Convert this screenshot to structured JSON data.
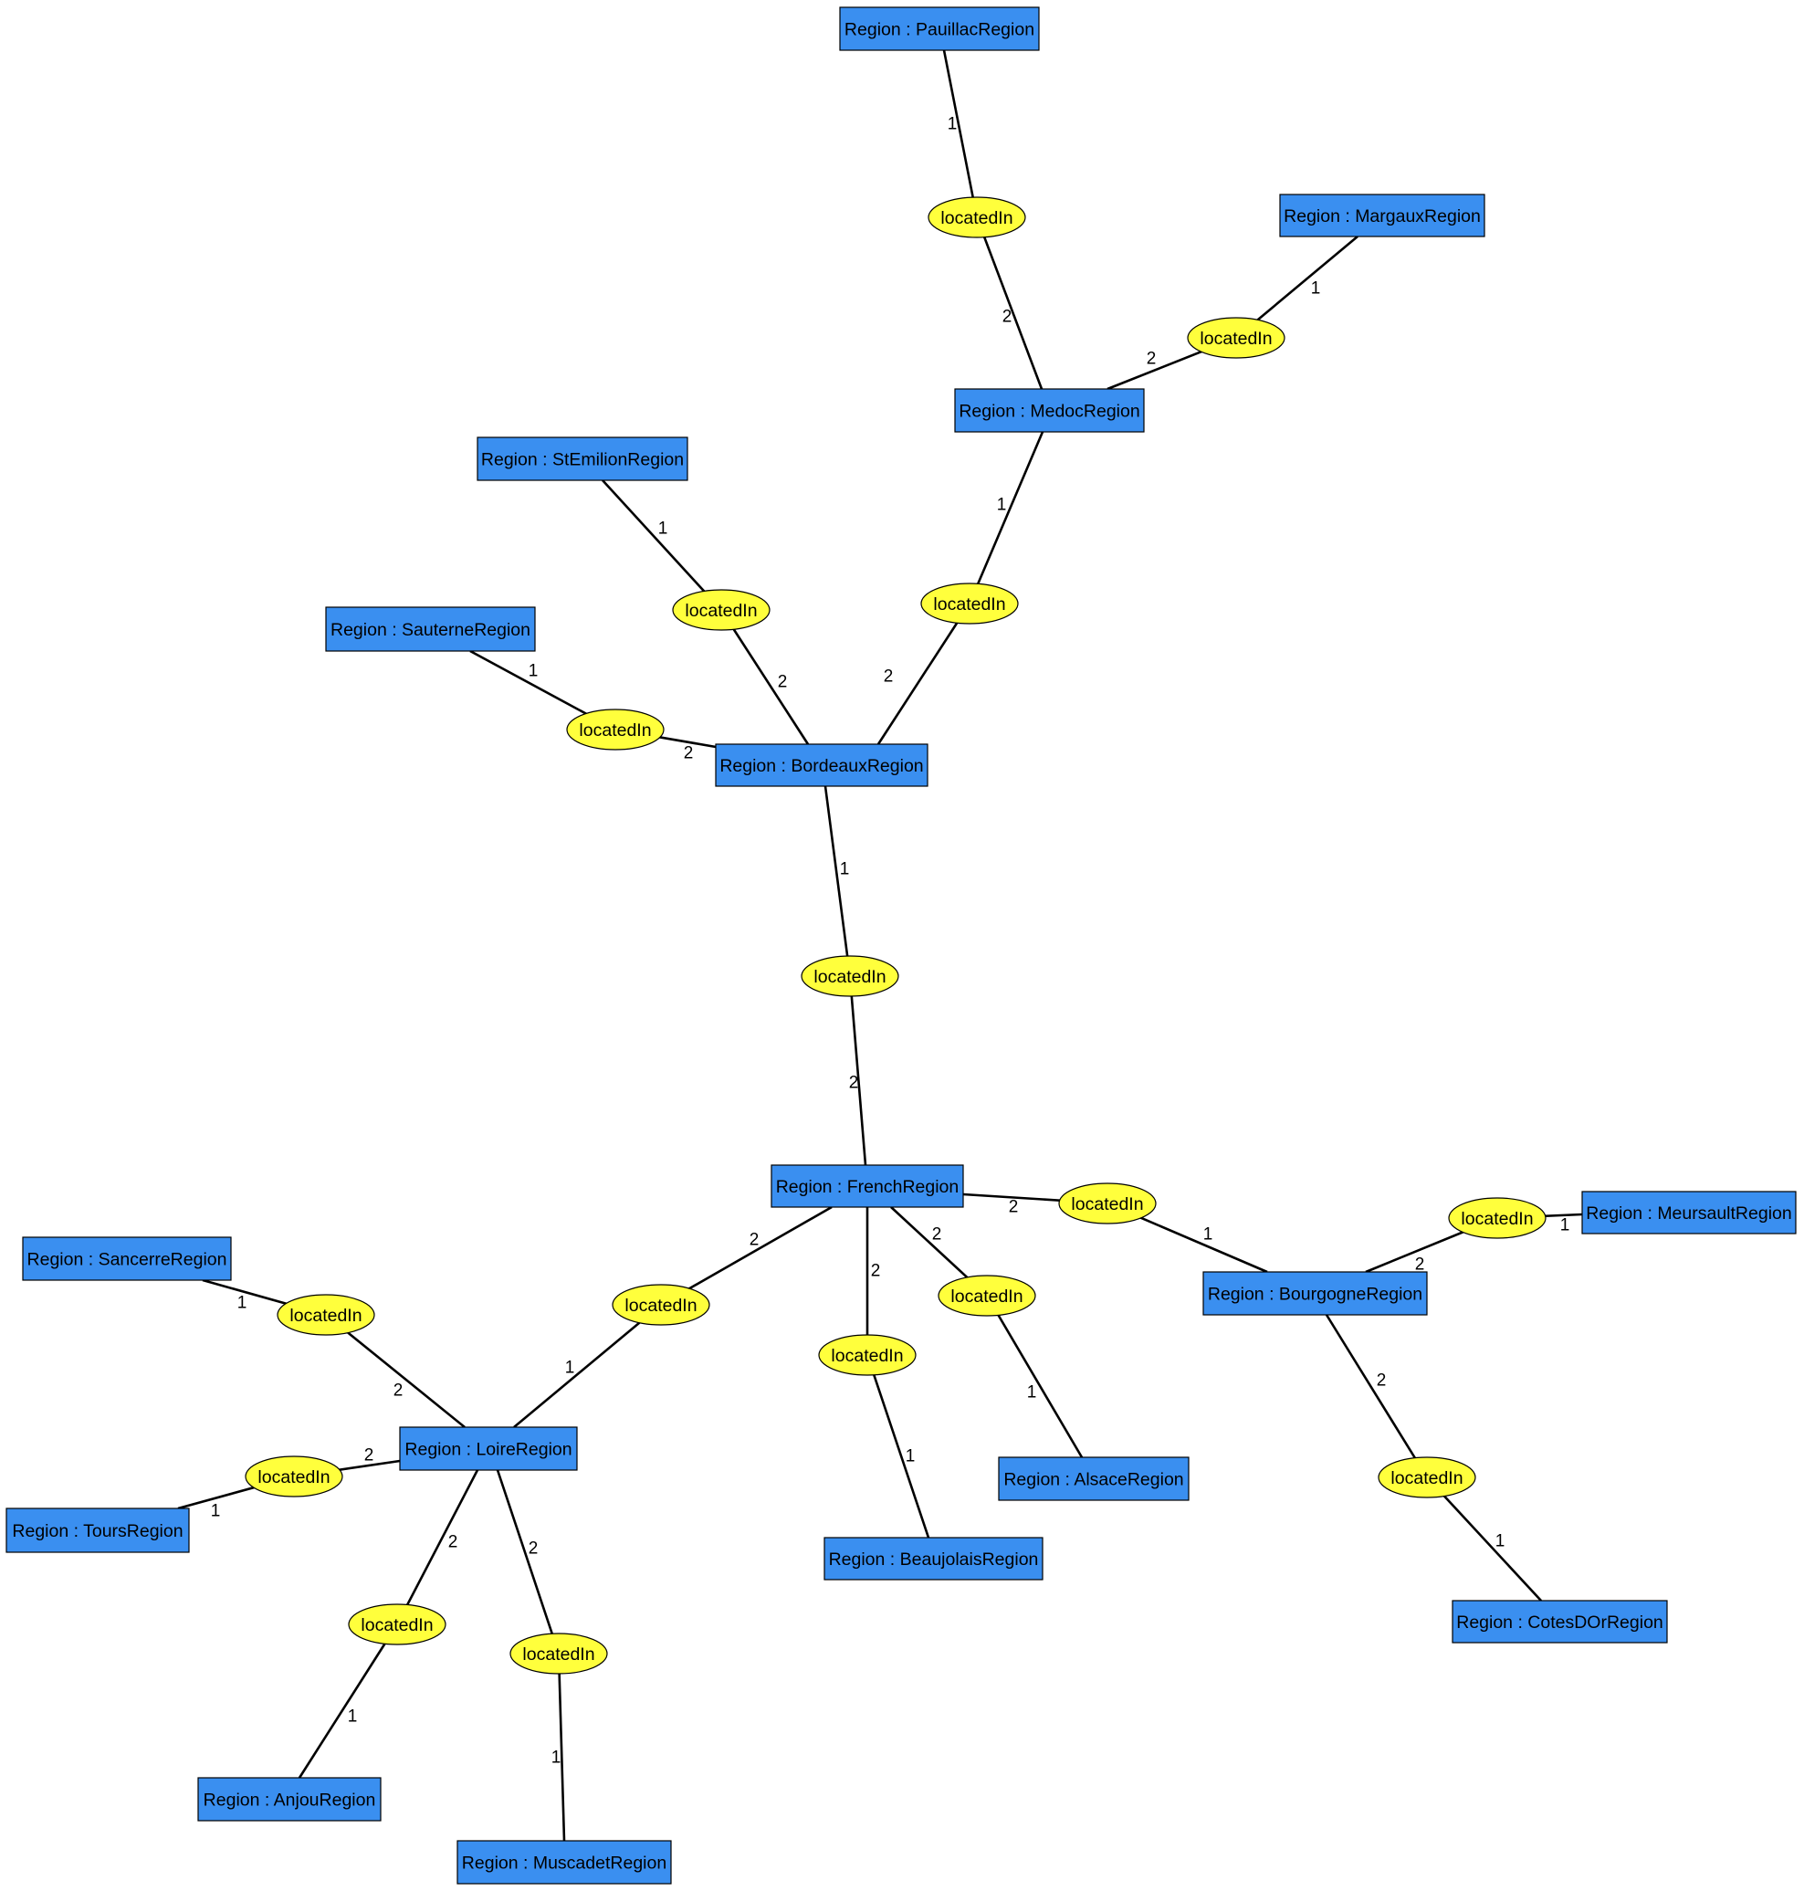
{
  "colors": {
    "node_fill": "#3a8ff0",
    "relation_fill": "#ffff3c",
    "edge": "#000000"
  },
  "nodes": [
    {
      "id": "pauillac",
      "label": "Region : PauillacRegion"
    },
    {
      "id": "margaux",
      "label": "Region : MargauxRegion"
    },
    {
      "id": "medoc",
      "label": "Region : MedocRegion"
    },
    {
      "id": "stemilion",
      "label": "Region : StEmilionRegion"
    },
    {
      "id": "sauterne",
      "label": "Region : SauterneRegion"
    },
    {
      "id": "bordeaux",
      "label": "Region : BordeauxRegion"
    },
    {
      "id": "french",
      "label": "Region : FrenchRegion"
    },
    {
      "id": "meursault",
      "label": "Region : MeursaultRegion"
    },
    {
      "id": "bourgogne",
      "label": "Region : BourgogneRegion"
    },
    {
      "id": "sancerre",
      "label": "Region : SancerreRegion"
    },
    {
      "id": "loire",
      "label": "Region : LoireRegion"
    },
    {
      "id": "alsace",
      "label": "Region : AlsaceRegion"
    },
    {
      "id": "tours",
      "label": "Region : ToursRegion"
    },
    {
      "id": "beaujolais",
      "label": "Region : BeaujolaisRegion"
    },
    {
      "id": "cotesdor",
      "label": "Region : CotesDOrRegion"
    },
    {
      "id": "anjou",
      "label": "Region : AnjouRegion"
    },
    {
      "id": "muscadet",
      "label": "Region : MuscadetRegion"
    }
  ],
  "relations": [
    {
      "id": "r_pauillac",
      "label": "locatedIn",
      "role1_node": "pauillac",
      "role2_node": "medoc",
      "role1": "1",
      "role2": "2"
    },
    {
      "id": "r_margaux",
      "label": "locatedIn",
      "role1_node": "margaux",
      "role2_node": "medoc",
      "role1": "1",
      "role2": "2"
    },
    {
      "id": "r_medoc",
      "label": "locatedIn",
      "role1_node": "medoc",
      "role2_node": "bordeaux",
      "role1": "1",
      "role2": "2"
    },
    {
      "id": "r_stemilion",
      "label": "locatedIn",
      "role1_node": "stemilion",
      "role2_node": "bordeaux",
      "role1": "1",
      "role2": "2"
    },
    {
      "id": "r_sauterne",
      "label": "locatedIn",
      "role1_node": "sauterne",
      "role2_node": "bordeaux",
      "role1": "1",
      "role2": "2"
    },
    {
      "id": "r_bordeaux",
      "label": "locatedIn",
      "role1_node": "bordeaux",
      "role2_node": "french",
      "role1": "1",
      "role2": "2"
    },
    {
      "id": "r_bourgogne",
      "label": "locatedIn",
      "role1_node": "bourgogne",
      "role2_node": "french",
      "role1": "1",
      "role2": "2"
    },
    {
      "id": "r_meursault",
      "label": "locatedIn",
      "role1_node": "meursault",
      "role2_node": "bourgogne",
      "role1": "1",
      "role2": "2"
    },
    {
      "id": "r_loire",
      "label": "locatedIn",
      "role1_node": "loire",
      "role2_node": "french",
      "role1": "1",
      "role2": "2"
    },
    {
      "id": "r_beaujolais",
      "label": "locatedIn",
      "role1_node": "beaujolais",
      "role2_node": "french",
      "role1": "1",
      "role2": "2"
    },
    {
      "id": "r_alsace",
      "label": "locatedIn",
      "role1_node": "alsace",
      "role2_node": "french",
      "role1": "1",
      "role2": "2"
    },
    {
      "id": "r_cotesdor",
      "label": "locatedIn",
      "role1_node": "cotesdor",
      "role2_node": "bourgogne",
      "role1": "1",
      "role2": "2"
    },
    {
      "id": "r_sancerre",
      "label": "locatedIn",
      "role1_node": "sancerre",
      "role2_node": "loire",
      "role1": "1",
      "role2": "2"
    },
    {
      "id": "r_tours",
      "label": "locatedIn",
      "role1_node": "tours",
      "role2_node": "loire",
      "role1": "1",
      "role2": "2"
    },
    {
      "id": "r_anjou",
      "label": "locatedIn",
      "role1_node": "anjou",
      "role2_node": "loire",
      "role1": "1",
      "role2": "2"
    },
    {
      "id": "r_muscadet",
      "label": "locatedIn",
      "role1_node": "muscadet",
      "role2_node": "loire",
      "role1": "1",
      "role2": "2"
    }
  ]
}
